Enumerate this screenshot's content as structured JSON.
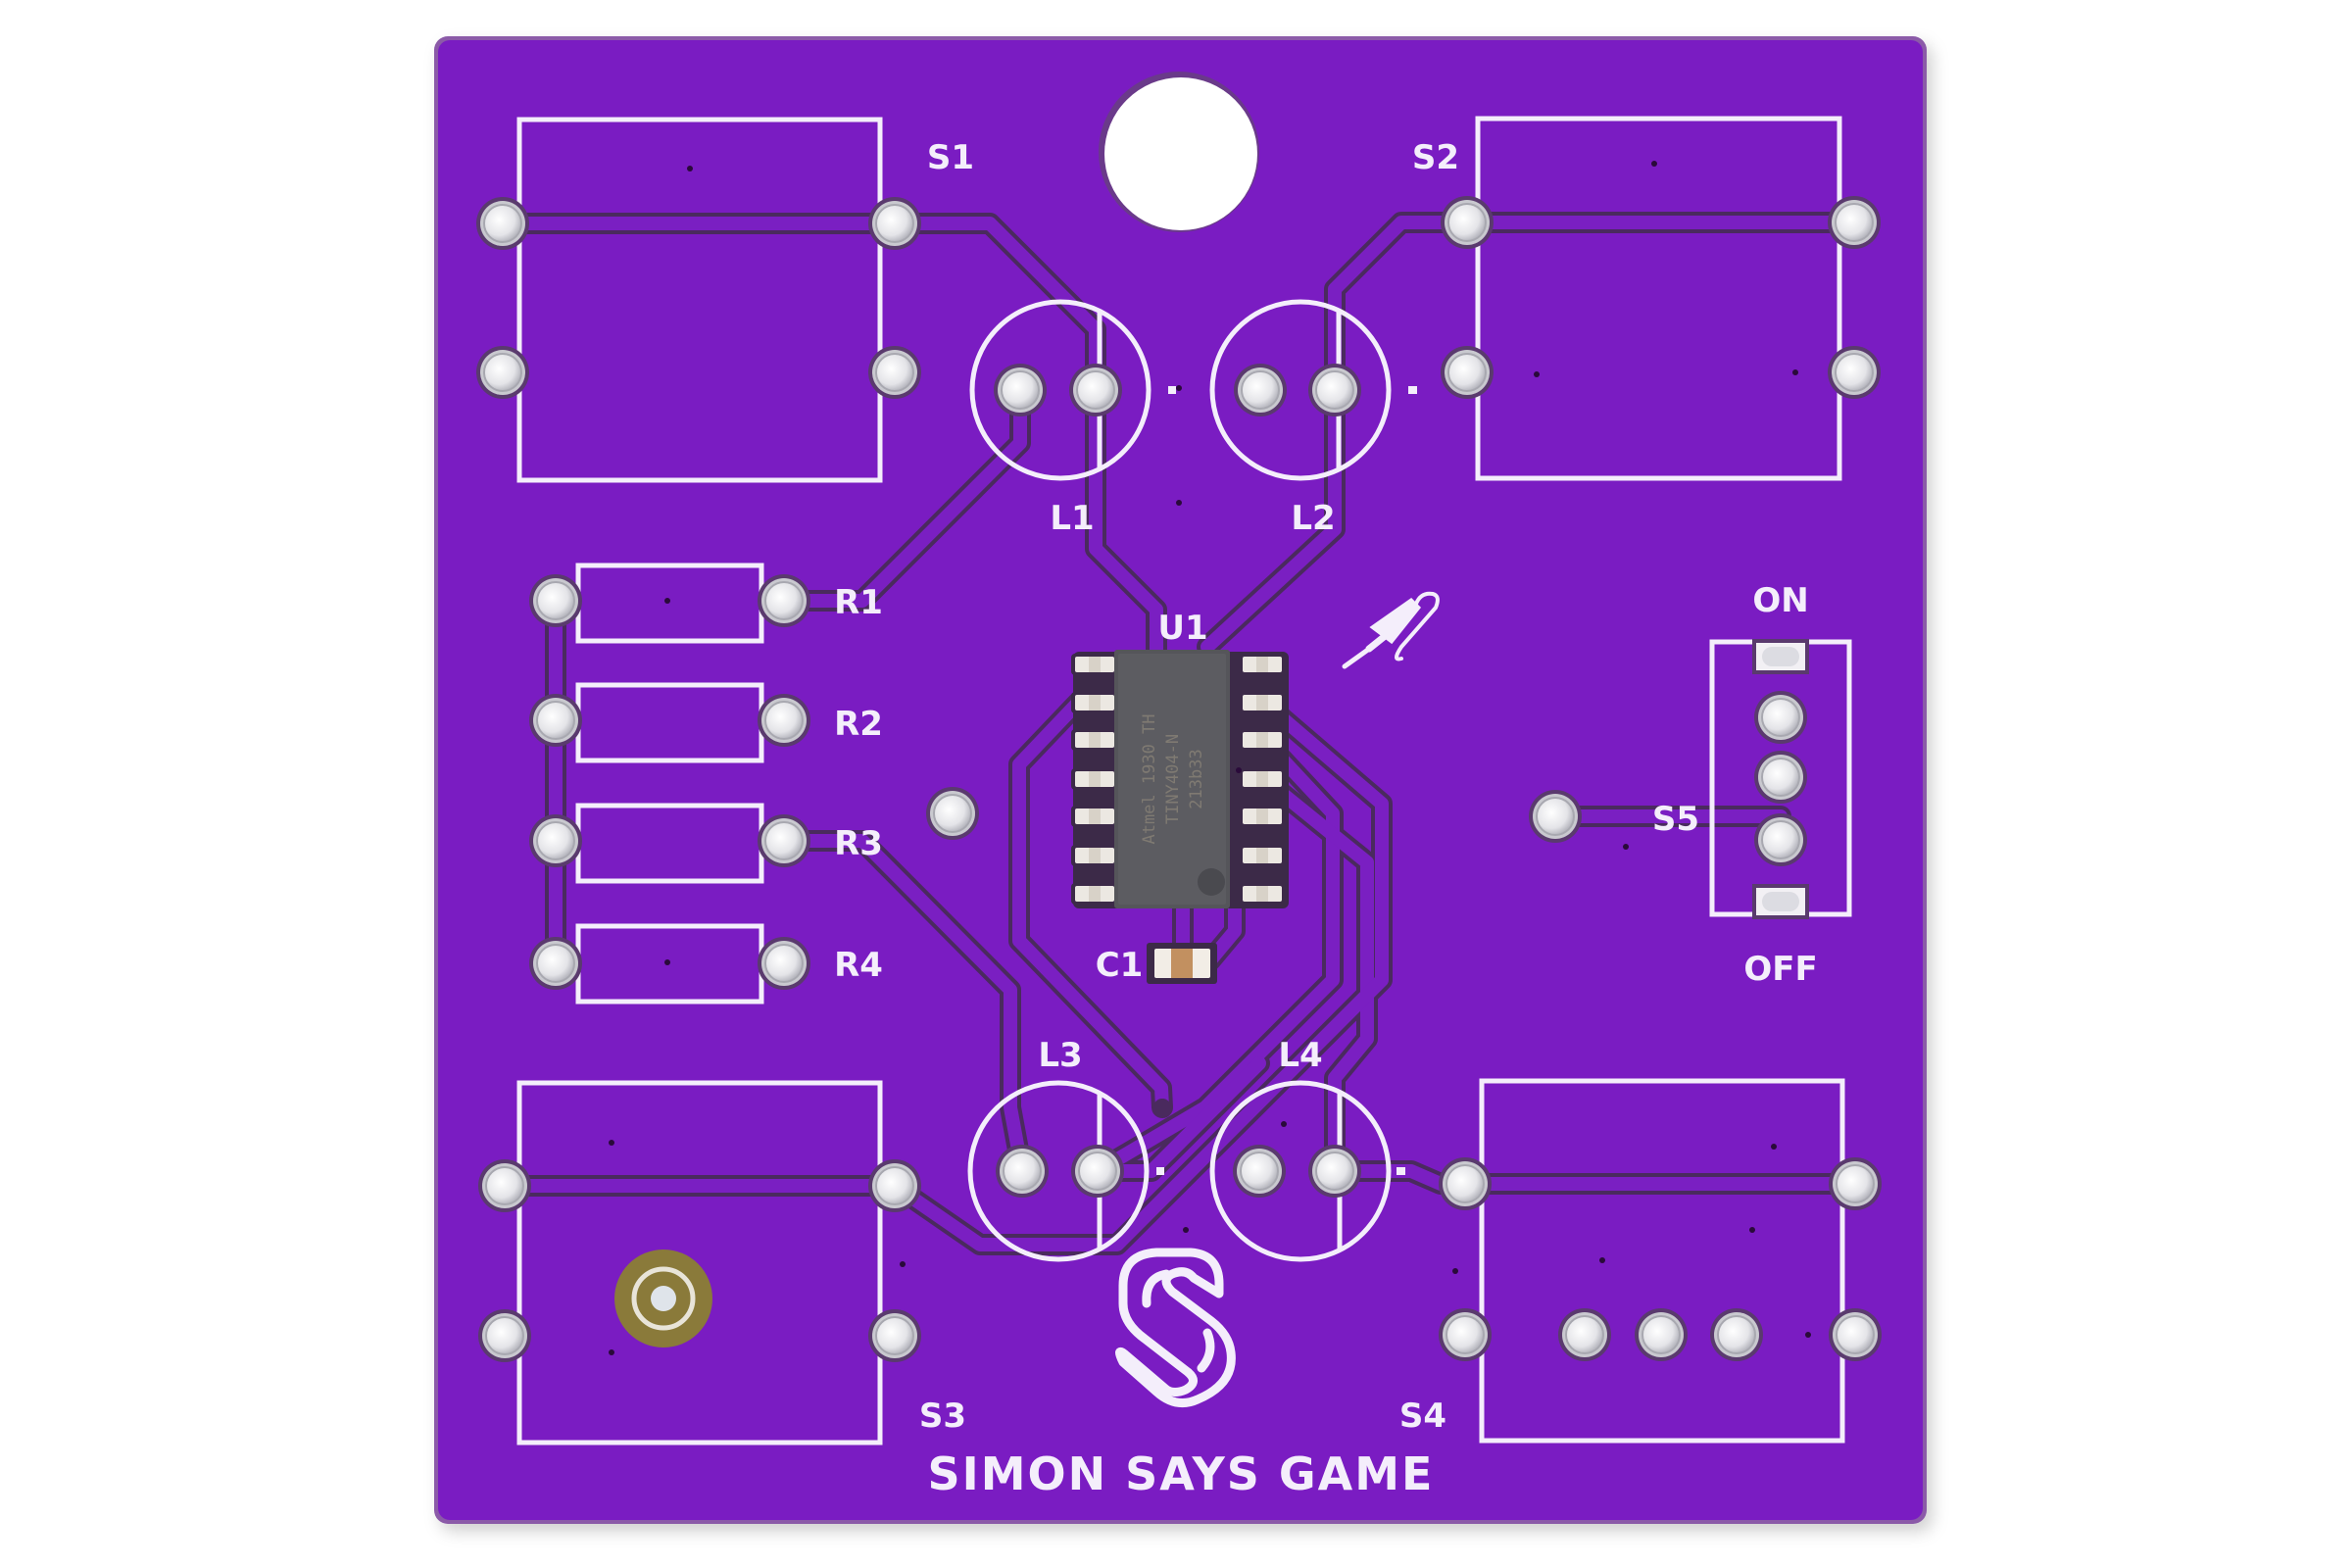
{
  "board": {
    "title": "SIMON SAYS GAME",
    "colors": {
      "solder_mask": "#7a1fc2",
      "silkscreen": "#f4eefb",
      "trace_edge": "#4a2a5e",
      "pad": "#e8e8ea",
      "ic_body": "#55555a",
      "gold": "#8a7a3a",
      "background": "#ffffff"
    }
  },
  "switches": [
    {
      "ref": "S1",
      "label": "S1"
    },
    {
      "ref": "S2",
      "label": "S2"
    },
    {
      "ref": "S3",
      "label": "S3"
    },
    {
      "ref": "S4",
      "label": "S4"
    }
  ],
  "leds": [
    {
      "ref": "L1",
      "label": "L1",
      "mark": "-"
    },
    {
      "ref": "L2",
      "label": "L2",
      "mark": "-"
    },
    {
      "ref": "L3",
      "label": "L3",
      "mark": "-"
    },
    {
      "ref": "L4",
      "label": "L4",
      "mark": "-"
    }
  ],
  "resistors": [
    {
      "ref": "R1",
      "label": "R1"
    },
    {
      "ref": "R2",
      "label": "R2"
    },
    {
      "ref": "R3",
      "label": "R3"
    },
    {
      "ref": "R4",
      "label": "R4"
    }
  ],
  "ic": {
    "ref": "U1",
    "label": "U1",
    "marking_lines": [
      "Atmel 1930 TH",
      "TINY404-N",
      "213b33"
    ],
    "pin_count": 14
  },
  "capacitor": {
    "ref": "C1",
    "label": "C1"
  },
  "power_switch": {
    "ref": "S5",
    "label": "S5",
    "on_label": "ON",
    "off_label": "OFF"
  },
  "icons": {
    "soldering_iron": "soldering-iron-icon",
    "logo": "s-logo-icon",
    "mounting_hole": "mounting-hole"
  }
}
